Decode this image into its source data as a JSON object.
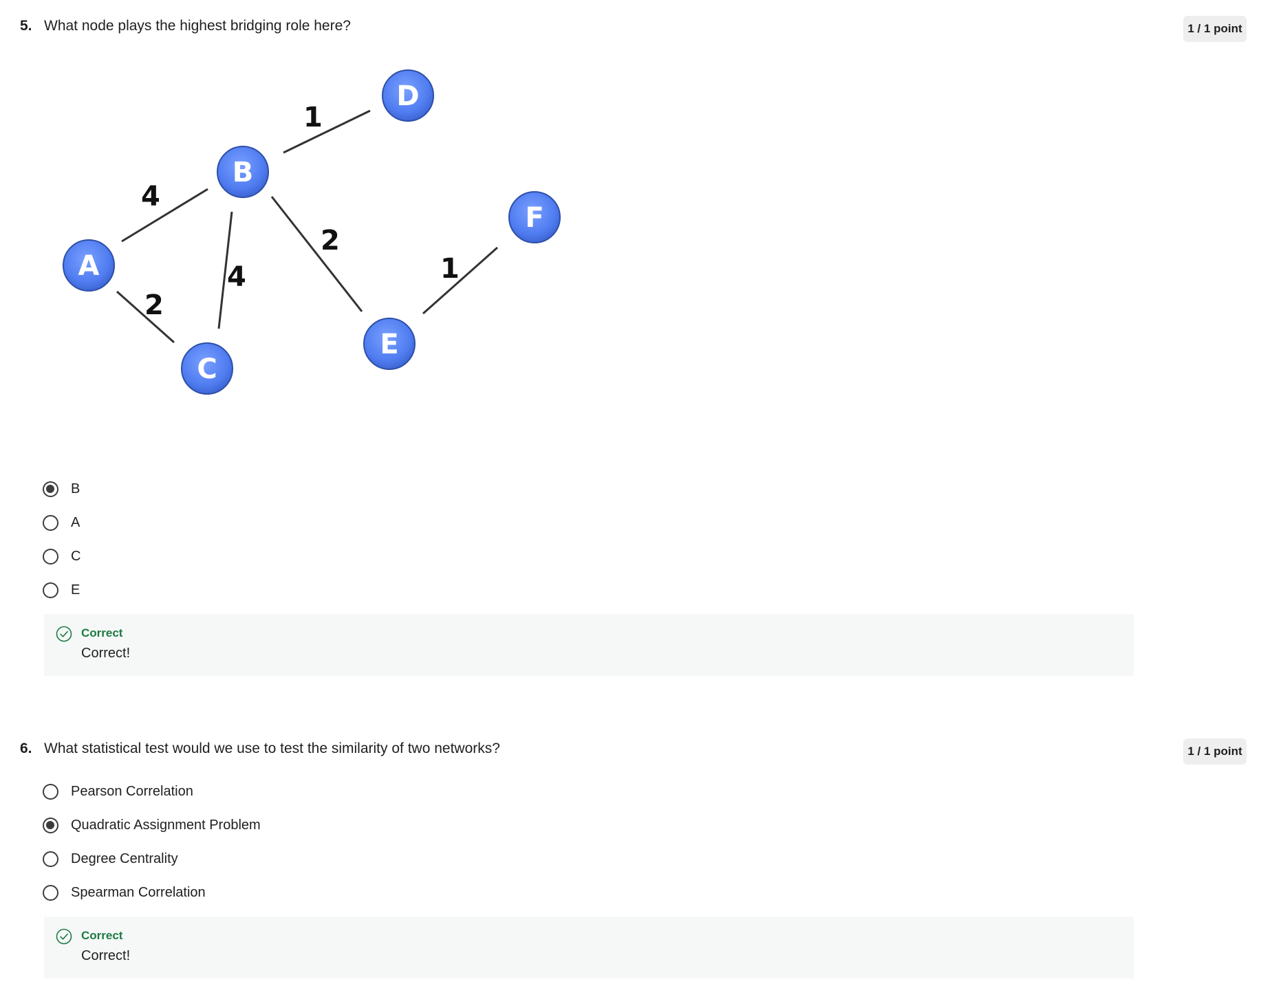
{
  "q5": {
    "number": "5.",
    "text": "What node plays the highest bridging role here?",
    "points": "1 / 1 point",
    "graph": {
      "nodes": [
        "A",
        "B",
        "C",
        "D",
        "E",
        "F"
      ],
      "edge_weights": [
        "4",
        "2",
        "4",
        "1",
        "2",
        "1"
      ]
    },
    "options": [
      {
        "label": "B",
        "selected": true
      },
      {
        "label": "A",
        "selected": false
      },
      {
        "label": "C",
        "selected": false
      },
      {
        "label": "E",
        "selected": false
      }
    ],
    "feedback": {
      "title": "Correct",
      "text": "Correct!"
    }
  },
  "q6": {
    "number": "6.",
    "text": "What statistical test would we use to test the similarity of two networks?",
    "points": "1 / 1 point",
    "options": [
      {
        "label": "Pearson Correlation",
        "selected": false
      },
      {
        "label": "Quadratic Assignment Problem",
        "selected": true
      },
      {
        "label": "Degree Centrality",
        "selected": false
      },
      {
        "label": "Spearman Correlation",
        "selected": false
      }
    ],
    "feedback": {
      "title": "Correct",
      "text": "Correct!"
    }
  },
  "colors": {
    "node_fill": "#4f7cf0",
    "correct_green": "#1d7a43",
    "feedback_bg": "#f5f8f7"
  }
}
